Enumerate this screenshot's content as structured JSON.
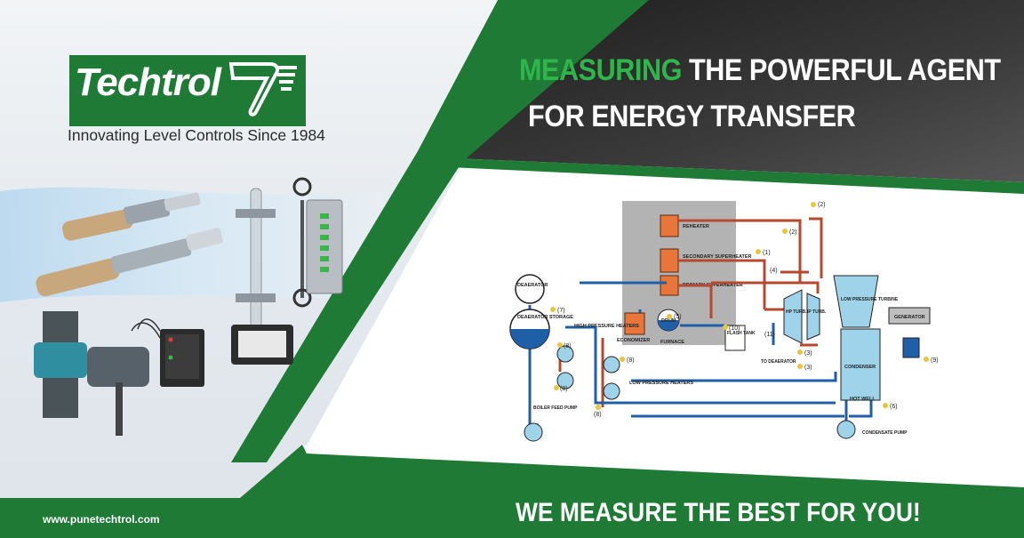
{
  "brand": {
    "logo_text": "Techtrol",
    "tagline": "Innovating Level Controls Since 1984",
    "website": "www.punetechtrol.com"
  },
  "headline": {
    "accent": "MEASURING",
    "rest": " THE POWERFUL AGENT",
    "line2": "FOR ENERGY TRANSFER"
  },
  "slogan": "WE MEASURE THE BEST FOR YOU!",
  "colors": {
    "brand_green": "#1f7a36",
    "accent_green": "#2fb64a",
    "dark_panel": "#2b2b2b",
    "steam_red": "#b5482e",
    "water_blue": "#1f5fa8"
  },
  "diagram": {
    "labels": {
      "reheater": "REHEATER",
      "secondary_superheater": "SECONDARY SUPERHEATER",
      "primary_superheater": "PRIMARY SUPERHEATER",
      "deaerator": "DEAERATOR",
      "deaerator_storage": "DEAERATOR STORAGE",
      "economizer": "ECONOMIZER",
      "drum": "DRUM",
      "furnace": "FURNACE",
      "flash_tank": "FLASH TANK",
      "high_pressure_heaters": "HIGH PRESSURE HEATERS",
      "low_pressure_heaters": "LOW PRESSURE HEATERS",
      "hp_turb": "HP TURB.",
      "ip_turb": "IP TURB.",
      "lp_turbine": "LOW PRESSURE TURBINE",
      "generator": "GENERATOR",
      "condenser": "CONDENSER",
      "hot_well": "HOT WELL",
      "to_deaerator": "TO DEAERATOR",
      "boiler_feed_pump": "BOILER FEED PUMP",
      "condensate_pump": "CONDENSATE PUMP"
    },
    "points": {
      "p1": "(1)",
      "p2a": "(2)",
      "p2b": "(2)",
      "p3a": "(3)",
      "p3b": "(3)",
      "p4": "(4)",
      "p5": "(5)",
      "p6": "(6)",
      "p7": "(7)",
      "p8a": "(8)",
      "p8b": "(8)",
      "p8c": "(8)",
      "p8d": "(8)",
      "p9": "(9)",
      "p10": "(10)",
      "p11": "(11)"
    }
  }
}
